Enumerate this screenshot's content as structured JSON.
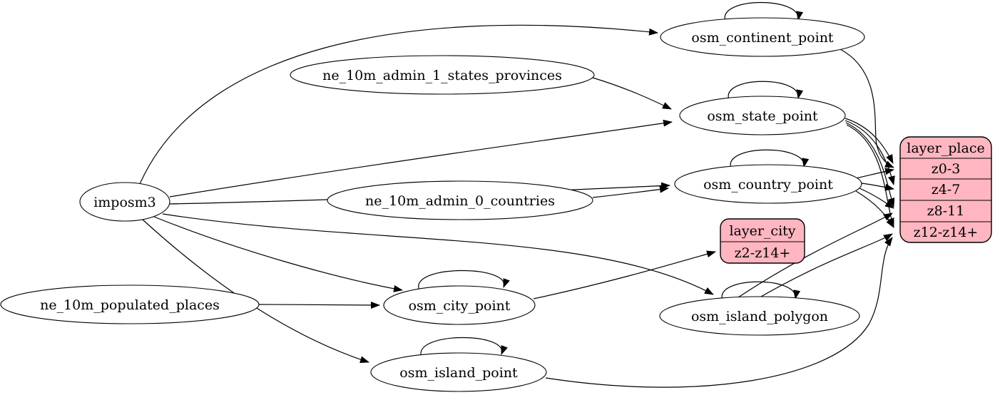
{
  "diagram": {
    "kind": "graphviz-etl-graph",
    "colors": {
      "background": "#ffffff",
      "node_fill": "#ffffff",
      "record_fill": "#ffb6c1",
      "stroke": "#000000",
      "text": "#000000"
    },
    "nodes": {
      "imposm3": {
        "label": "imposm3"
      },
      "ne_10m_admin_1_states_provinces": {
        "label": "ne_10m_admin_1_states_provinces"
      },
      "ne_10m_admin_0_countries": {
        "label": "ne_10m_admin_0_countries"
      },
      "ne_10m_populated_places": {
        "label": "ne_10m_populated_places"
      },
      "osm_continent_point": {
        "label": "osm_continent_point"
      },
      "osm_state_point": {
        "label": "osm_state_point"
      },
      "osm_country_point": {
        "label": "osm_country_point"
      },
      "osm_city_point": {
        "label": "osm_city_point"
      },
      "osm_island_polygon": {
        "label": "osm_island_polygon"
      },
      "osm_island_point": {
        "label": "osm_island_point"
      },
      "layer_place": {
        "title": "layer_place",
        "rows": [
          "z0-3",
          "z4-7",
          "z8-11",
          "z12-z14+"
        ]
      },
      "layer_city": {
        "title": "layer_city",
        "rows": [
          "z2-z14+"
        ]
      }
    },
    "edges": [
      {
        "from": "imposm3",
        "to": "osm_continent_point"
      },
      {
        "from": "imposm3",
        "to": "osm_state_point"
      },
      {
        "from": "imposm3",
        "to": "osm_country_point"
      },
      {
        "from": "imposm3",
        "to": "osm_city_point"
      },
      {
        "from": "imposm3",
        "to": "osm_island_polygon"
      },
      {
        "from": "imposm3",
        "to": "osm_island_point"
      },
      {
        "from": "ne_10m_admin_1_states_provinces",
        "to": "osm_state_point"
      },
      {
        "from": "ne_10m_admin_0_countries",
        "to": "osm_country_point"
      },
      {
        "from": "ne_10m_populated_places",
        "to": "osm_city_point"
      },
      {
        "from": "osm_continent_point",
        "to": "layer_place",
        "port": "z0-3"
      },
      {
        "from": "osm_state_point",
        "to": "layer_place",
        "port": "z0-3"
      },
      {
        "from": "osm_state_point",
        "to": "layer_place",
        "port": "z4-7"
      },
      {
        "from": "osm_state_point",
        "to": "layer_place",
        "port": "z8-11"
      },
      {
        "from": "osm_state_point",
        "to": "layer_place",
        "port": "z12-z14+"
      },
      {
        "from": "osm_country_point",
        "to": "layer_place",
        "port": "z0-3"
      },
      {
        "from": "osm_country_point",
        "to": "layer_place",
        "port": "z4-7"
      },
      {
        "from": "osm_country_point",
        "to": "layer_place",
        "port": "z8-11"
      },
      {
        "from": "osm_country_point",
        "to": "layer_place",
        "port": "z12-z14+"
      },
      {
        "from": "osm_island_polygon",
        "to": "layer_place",
        "port": "z8-11"
      },
      {
        "from": "osm_island_polygon",
        "to": "layer_place",
        "port": "z12-z14+"
      },
      {
        "from": "osm_island_point",
        "to": "layer_place",
        "port": "z12-z14+"
      },
      {
        "from": "osm_city_point",
        "to": "layer_city",
        "port": "z2-z14+"
      },
      {
        "from": "osm_continent_point",
        "to": "osm_continent_point"
      },
      {
        "from": "osm_state_point",
        "to": "osm_state_point"
      },
      {
        "from": "osm_country_point",
        "to": "osm_country_point"
      },
      {
        "from": "osm_city_point",
        "to": "osm_city_point"
      },
      {
        "from": "osm_island_polygon",
        "to": "osm_island_polygon"
      },
      {
        "from": "osm_island_point",
        "to": "osm_island_point"
      }
    ]
  }
}
